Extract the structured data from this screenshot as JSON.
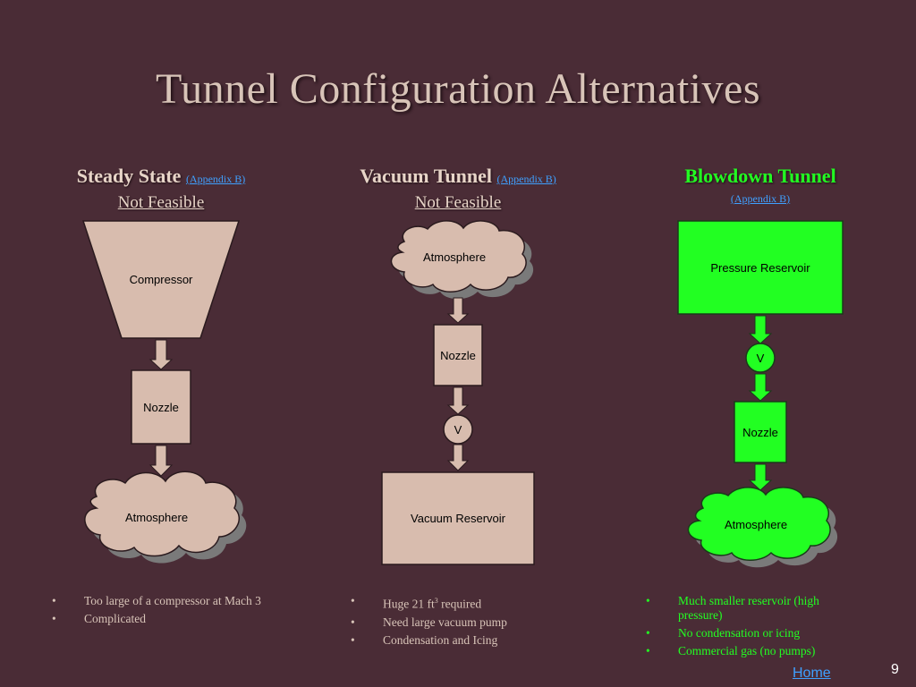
{
  "title": "Tunnel Configuration Alternatives",
  "columns": [
    {
      "heading": "Steady State",
      "appendix_link": "(Appendix B)",
      "status": "Not Feasible",
      "diagram": {
        "top": "Compressor",
        "middle": "Nozzle",
        "bottom": "Atmosphere"
      },
      "bullets": [
        "Too large of a compressor at Mach 3",
        "Complicated"
      ]
    },
    {
      "heading": "Vacuum Tunnel",
      "appendix_link": "(Appendix B)",
      "status": "Not Feasible",
      "diagram": {
        "top": "Atmosphere",
        "middle": "Nozzle",
        "valve": "V",
        "bottom": "Vacuum Reservoir"
      },
      "bullets_1_pre": "Huge 21 ft",
      "bullets_1_sup": "3",
      "bullets_1_post": " required",
      "bullets": [
        "Need large vacuum pump",
        "Condensation and Icing"
      ]
    },
    {
      "heading": "Blowdown Tunnel",
      "appendix_link": "(Appendix B)",
      "diagram": {
        "top": "Pressure Reservoir",
        "valve": "V",
        "middle": "Nozzle",
        "bottom": "Atmosphere"
      },
      "bullets": [
        "Much smaller reservoir (high pressure)",
        "No condensation or icing",
        "Commercial gas (no pumps)"
      ]
    }
  ],
  "footer": {
    "home_link": "Home",
    "page_number": "9"
  },
  "colors": {
    "background": "#4a2c36",
    "tan_box": "#d8bcae",
    "green": "#22ff22",
    "link": "#3fa0ff"
  }
}
